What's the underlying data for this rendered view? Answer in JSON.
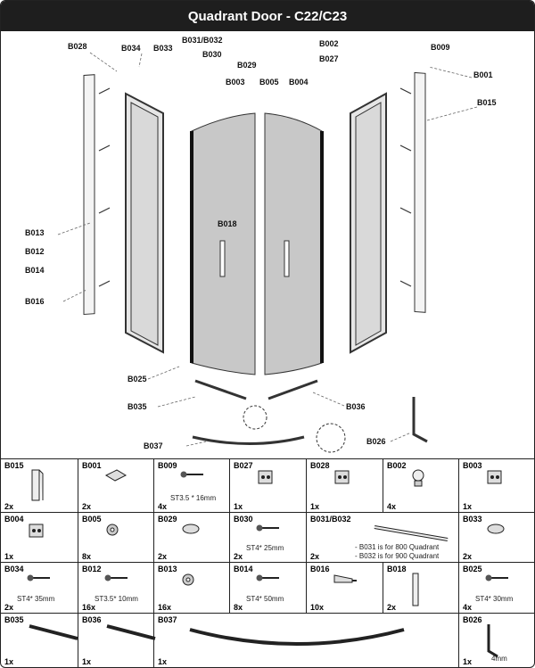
{
  "title": "Quadrant Door - C22/C23",
  "diagram_labels": {
    "B028": "B028",
    "B034": "B034",
    "B033": "B033",
    "B031_B032": "B031/B032",
    "B030": "B030",
    "B029": "B029",
    "B003": "B003",
    "B005": "B005",
    "B004": "B004",
    "B002": "B002",
    "B027": "B027",
    "B009": "B009",
    "B001": "B001",
    "B015": "B015",
    "B013": "B013",
    "B012": "B012",
    "B014": "B014",
    "B016": "B016",
    "B018": "B018",
    "B025": "B025",
    "B035": "B035",
    "B036": "B036",
    "B037": "B037",
    "B026": "B026"
  },
  "parts": [
    [
      {
        "code": "B015",
        "qty": "2x",
        "spec": "",
        "icon": "profile-icon"
      },
      {
        "code": "B001",
        "qty": "2x",
        "spec": "",
        "icon": "cap-icon"
      },
      {
        "code": "B009",
        "qty": "4x",
        "spec": "ST3.5 * 16mm",
        "icon": "screw-icon"
      },
      {
        "code": "B027",
        "qty": "1x",
        "spec": "",
        "icon": "bracket-icon"
      },
      {
        "code": "B028",
        "qty": "1x",
        "spec": "",
        "icon": "bracket-icon"
      },
      {
        "code": "B002",
        "qty": "4x",
        "spec": "",
        "icon": "knob-icon"
      },
      {
        "code": "B003",
        "qty": "1x",
        "spec": "",
        "icon": "bracket-icon"
      }
    ],
    [
      {
        "code": "B004",
        "qty": "1x",
        "spec": "",
        "icon": "bracket-icon"
      },
      {
        "code": "B005",
        "qty": "8x",
        "spec": "",
        "icon": "washer-icon"
      },
      {
        "code": "B029",
        "qty": "2x",
        "spec": "",
        "icon": "cover-icon"
      },
      {
        "code": "B030",
        "qty": "2x",
        "spec": "ST4* 25mm",
        "icon": "screw-icon"
      },
      {
        "code": "B031/B032",
        "qty": "2x",
        "spec": "",
        "notes": [
          "- B031 is for 800 Quadrant",
          "- B032 is for 900 Quadrant"
        ],
        "icon": "bar-icon"
      },
      {
        "code": "B033",
        "qty": "2x",
        "spec": "",
        "icon": "cover-icon"
      }
    ],
    [
      {
        "code": "B034",
        "qty": "2x",
        "spec": "ST4* 35mm",
        "icon": "screw-icon"
      },
      {
        "code": "B012",
        "qty": "16x",
        "spec": "ST3.5* 10mm",
        "icon": "screw-icon"
      },
      {
        "code": "B013",
        "qty": "16x",
        "spec": "",
        "icon": "washer-icon"
      },
      {
        "code": "B014",
        "qty": "8x",
        "spec": "ST4* 50mm",
        "icon": "screw-icon"
      },
      {
        "code": "B016",
        "qty": "10x",
        "spec": "",
        "icon": "plug-icon"
      },
      {
        "code": "B018",
        "qty": "2x",
        "spec": "",
        "icon": "handle-icon"
      },
      {
        "code": "B025",
        "qty": "4x",
        "spec": "ST4* 30mm",
        "icon": "screw-icon"
      }
    ],
    [
      {
        "code": "B035",
        "qty": "1x",
        "spec": "",
        "icon": "track-icon"
      },
      {
        "code": "B036",
        "qty": "1x",
        "spec": "",
        "icon": "track-icon"
      },
      {
        "code": "B037",
        "qty": "1x",
        "spec": "",
        "icon": "curved-track-icon"
      },
      {
        "code": "B026",
        "qty": "1x",
        "spec": "4mm",
        "icon": "allen-key-icon"
      }
    ]
  ]
}
